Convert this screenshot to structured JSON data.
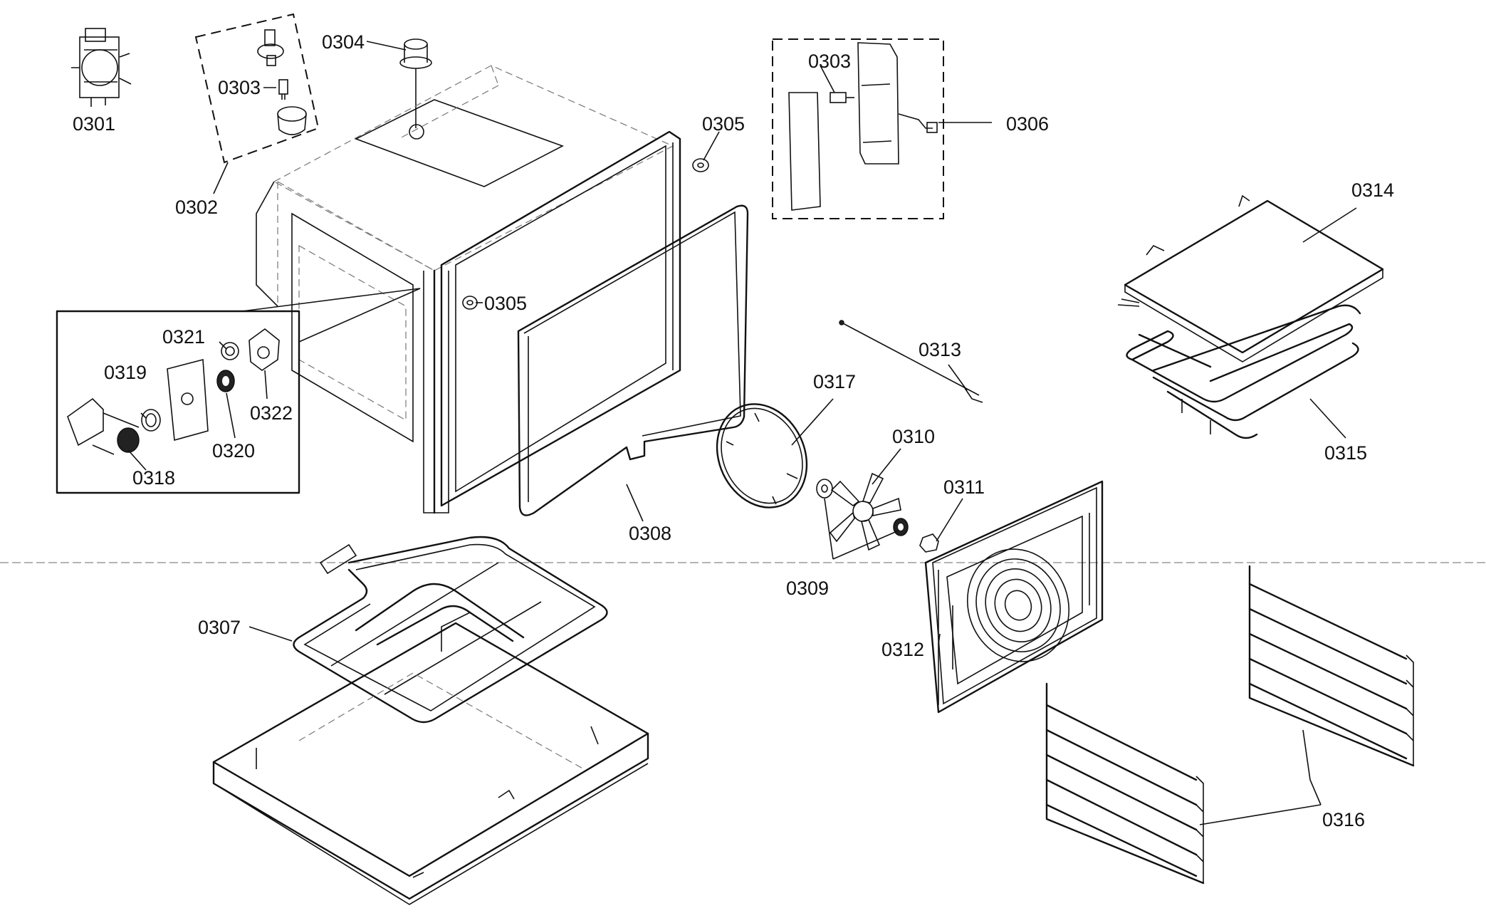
{
  "callouts": {
    "c0301": "0301",
    "c0302": "0302",
    "c0303a": "0303",
    "c0303b": "0303",
    "c0304": "0304",
    "c0305a": "0305",
    "c0305b": "0305",
    "c0306": "0306",
    "c0307": "0307",
    "c0308": "0308",
    "c0309": "0309",
    "c0310": "0310",
    "c0311": "0311",
    "c0312": "0312",
    "c0313": "0313",
    "c0314": "0314",
    "c0315": "0315",
    "c0316": "0316",
    "c0317": "0317",
    "c0318": "0318",
    "c0319": "0319",
    "c0320": "0320",
    "c0321": "0321",
    "c0322": "0322"
  }
}
